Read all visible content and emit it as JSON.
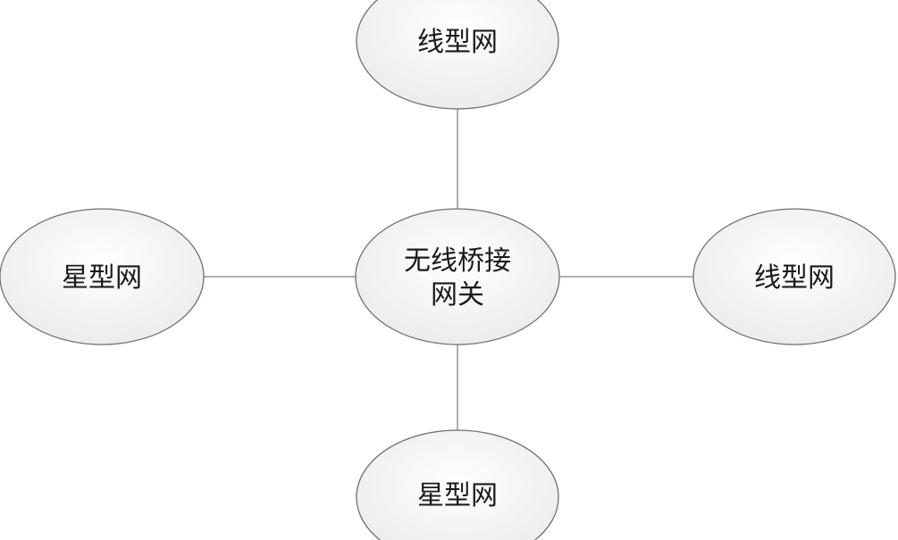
{
  "diagram": {
    "center": {
      "line1": "无线桥接",
      "line2": "网关"
    },
    "top": {
      "label": "线型网"
    },
    "right": {
      "label": "线型网"
    },
    "bottom": {
      "label": "星型网"
    },
    "left": {
      "label": "星型网"
    }
  }
}
